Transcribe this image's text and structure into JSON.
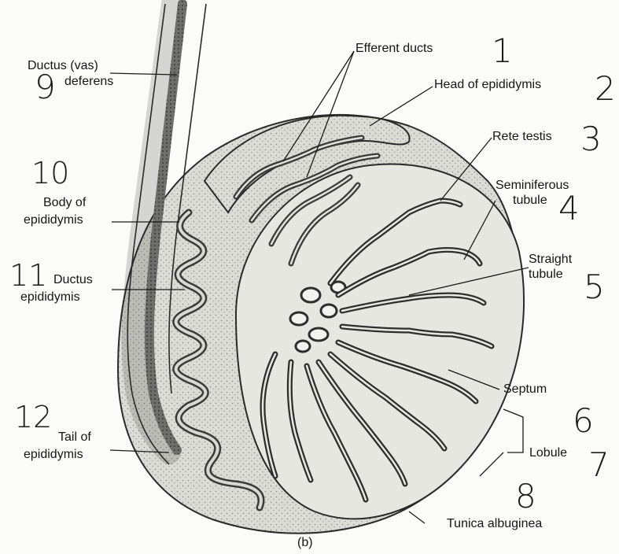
{
  "figure": {
    "caption": "(b)",
    "labels": {
      "efferent_ducts": "Efferent ducts",
      "head_of_epididymis": "Head of epididymis",
      "rete_testis": "Rete testis",
      "seminiferous_line1": "Seminiferous",
      "seminiferous_line2": "tubule",
      "straight_line1": "Straight",
      "straight_line2": "tubule",
      "septum": "Septum",
      "lobule": "Lobule",
      "tunica_albuginea": "Tunica albuginea",
      "ductus_vas_line1": "Ductus (vas)",
      "ductus_vas_line2": "deferens",
      "body_line1": "Body of",
      "body_line2": "epididymis",
      "ductus_epi_line1": "Ductus",
      "ductus_epi_line2": "epididymis",
      "tail_line1": "Tail of",
      "tail_line2": "epididymis"
    },
    "numbers": {
      "n1": "1",
      "n2": "2",
      "n3": "3",
      "n4": "4",
      "n5": "5",
      "n6": "6",
      "n7": "7",
      "n8": "8",
      "n9": "9",
      "n10": "10",
      "n11": "11",
      "n12": "12"
    }
  }
}
